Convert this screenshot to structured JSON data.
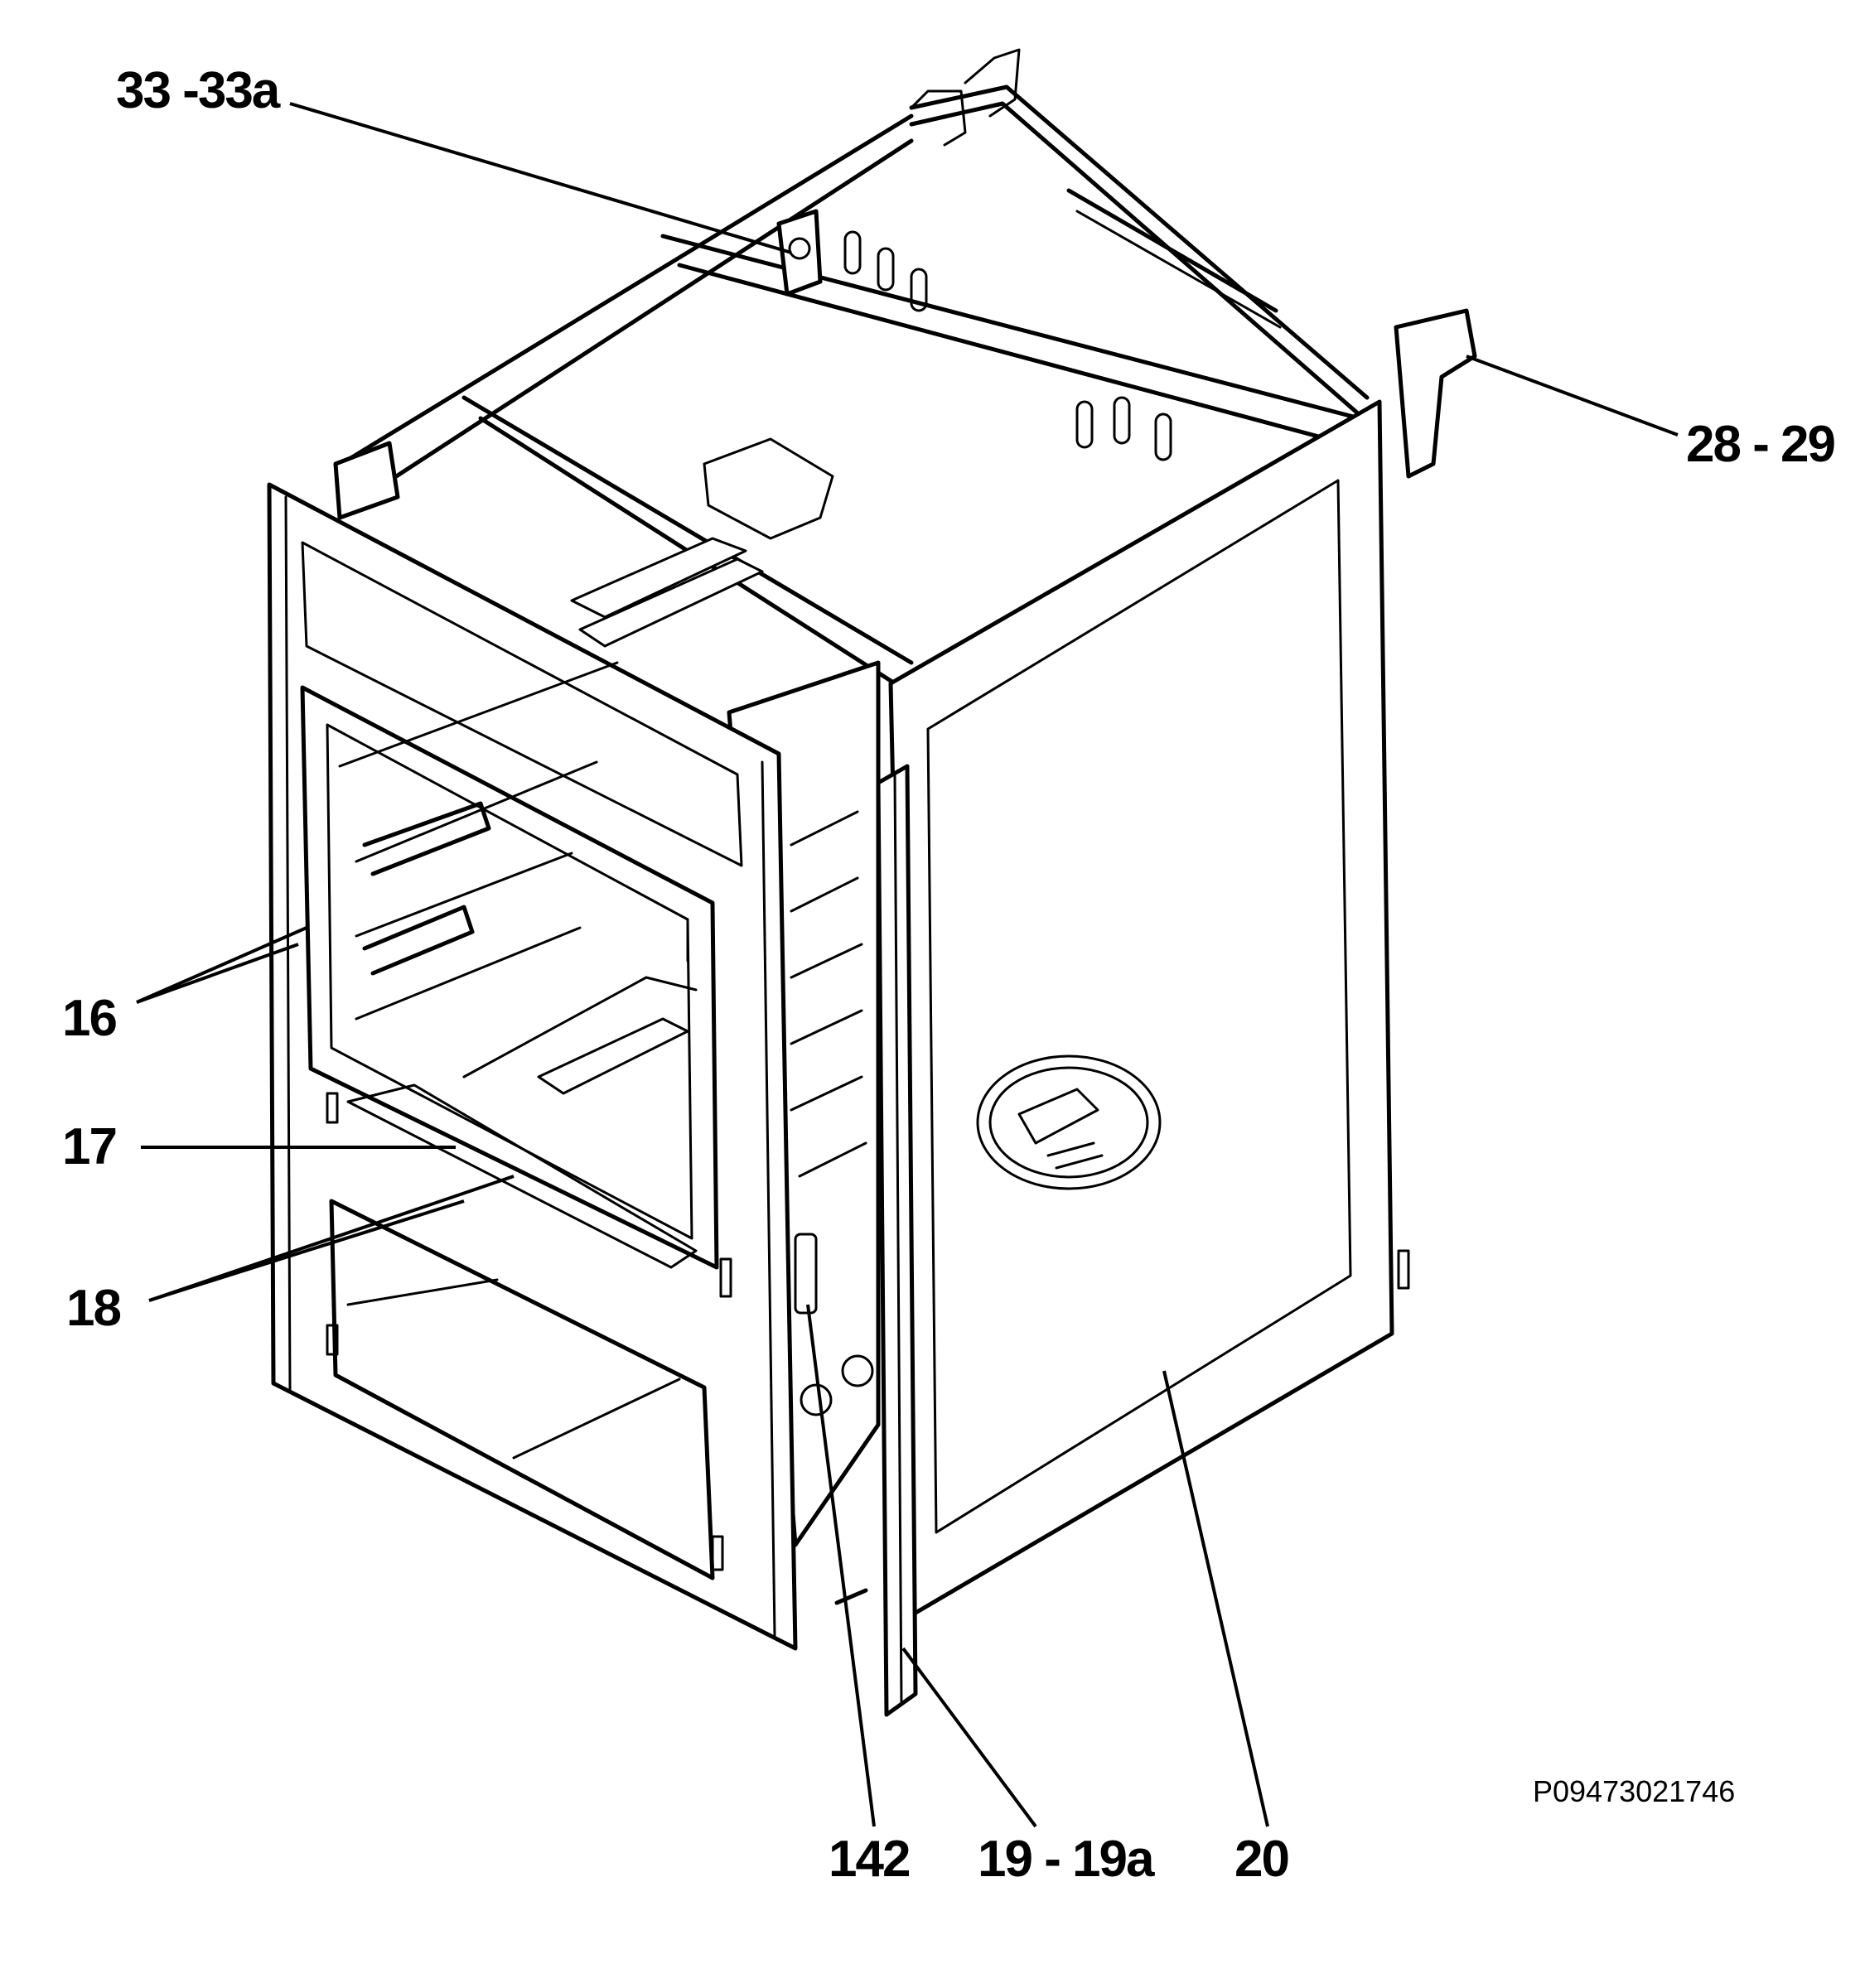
{
  "diagram": {
    "callouts": {
      "c33": "33 -33a",
      "c28": "28 - 29",
      "c16": "16",
      "c17": "17",
      "c18": "18",
      "c142": "142",
      "c19": "19 - 19a",
      "c20": "20"
    },
    "reference_code": "P09473021746"
  }
}
